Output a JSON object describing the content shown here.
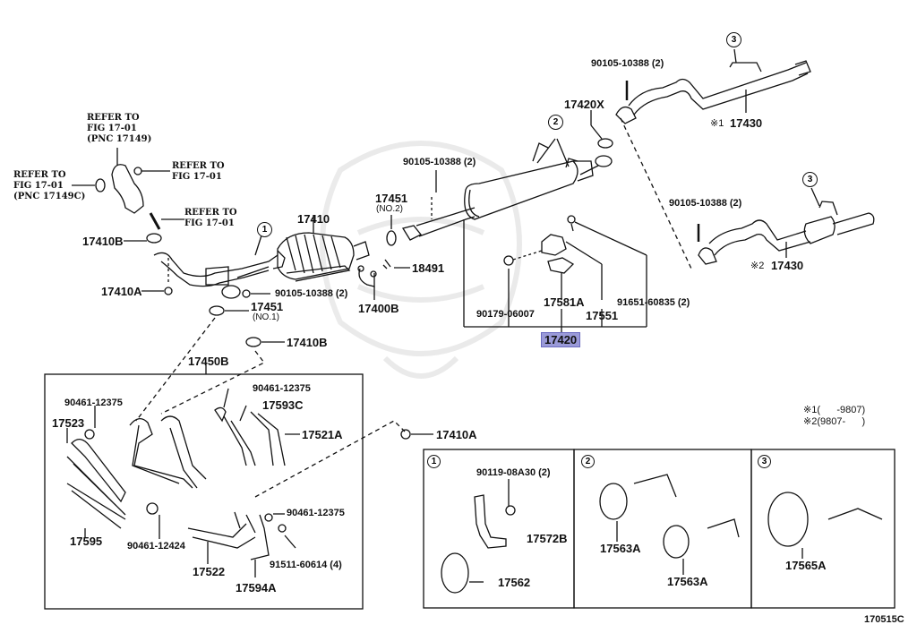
{
  "figure_id": "170515C",
  "highlighted_part": "17420",
  "references": {
    "refer_top": [
      "REFER TO",
      "FIG 17-01",
      "(PNC 17149)"
    ],
    "refer_left": [
      "REFER TO",
      "FIG 17-01",
      "(PNC 17149C)"
    ],
    "refer_nut": [
      "REFER TO",
      "FIG 17-01"
    ],
    "refer_stud": [
      "REFER TO",
      "FIG 17-01"
    ]
  },
  "callouts": {
    "c1": "1",
    "c2": "2",
    "c3a": "3",
    "c3b": "3"
  },
  "parts": {
    "p17410B_1": "17410B",
    "p17410A_1": "17410A",
    "p17410": "17410",
    "p90105_cat": "90105-10388 (2)",
    "p17451_no1": "17451",
    "p17451_no1_sub": "(NO.1)",
    "p17410B_2": "17410B",
    "p17450B": "17450B",
    "p17451_no2": "17451",
    "p17451_no2_sub": "(NO.2)",
    "p90105_muf": "90105-10388 (2)",
    "p18491": "18491",
    "p17400B": "17400B",
    "p17420X": "17420X",
    "p90105_tail1": "90105-10388 (2)",
    "p17430_1_mark": "※1",
    "p17430_1": "17430",
    "p90105_tail2": "90105-10388 (2)",
    "p17430_2_mark": "※2",
    "p17430_2": "17430",
    "p90179": "90179-06007",
    "p17581A": "17581A",
    "p17551": "17551",
    "p91651": "91651-60835 (2)",
    "p17420": "17420",
    "p17410A_2": "17410A",
    "p90461_a": "90461-12375",
    "p17523": "17523",
    "p90461_b": "90461-12375",
    "p17593C": "17593C",
    "p17521A": "17521A",
    "p17595": "17595",
    "p90461_12424": "90461-12424",
    "p90461_c": "90461-12375",
    "p17522": "17522",
    "p91511": "91511-60614 (4)",
    "p17594A": "17594A"
  },
  "notes": {
    "n1_mark": "※1",
    "n1_range": "(      -9807)",
    "n2_mark": "※2",
    "n2_range": "(9807-      )"
  },
  "detail_boxes": [
    {
      "id": "1",
      "parts": {
        "bolt": "90119-08A30 (2)",
        "bracket": "17572B",
        "hanger": "17562"
      }
    },
    {
      "id": "2",
      "parts": {
        "hanger_a": "17563A",
        "hanger_b": "17563A"
      }
    },
    {
      "id": "3",
      "parts": {
        "hanger": "17565A"
      }
    }
  ]
}
